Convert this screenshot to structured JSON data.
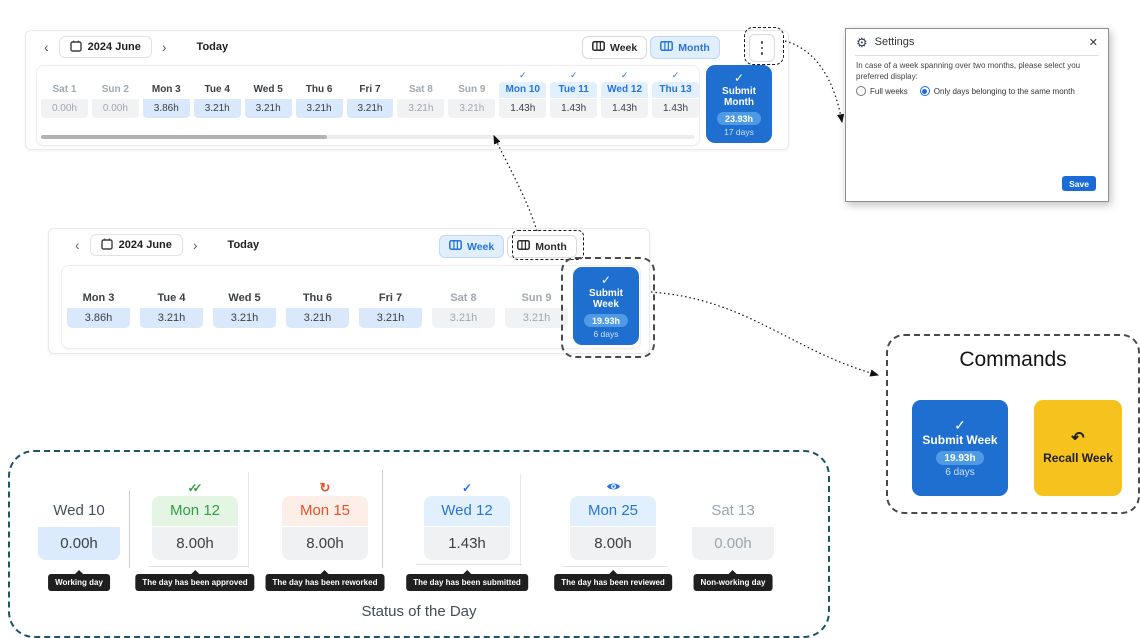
{
  "glyphs": {
    "check": "✓",
    "double_check": "✓✓",
    "rework": "↻",
    "recall": "↶",
    "prev": "‹",
    "next": "›",
    "close": "✕",
    "gear": "⚙"
  },
  "colors": {
    "primary_blue": "#1e6fd0",
    "badge_blue": "#4f9ae4",
    "selected_blue": "#2674d9",
    "approved_green": "#2f9e44",
    "reworked_red": "#f04f24",
    "recall_yellow": "#f6c21d",
    "tooltip_black": "#1f1f1f"
  },
  "month_view": {
    "nav": {
      "prev": "‹",
      "period": "2024 June",
      "next": "›",
      "today": "Today"
    },
    "toggle": {
      "week": "Week",
      "month": "Month",
      "selected": "month"
    },
    "days": [
      {
        "label": "Sat 1",
        "hours": "0.00h",
        "state": "nonworking"
      },
      {
        "label": "Sun 2",
        "hours": "0.00h",
        "state": "nonworking"
      },
      {
        "label": "Mon 3",
        "hours": "3.86h",
        "state": "working"
      },
      {
        "label": "Tue 4",
        "hours": "3.21h",
        "state": "working"
      },
      {
        "label": "Wed 5",
        "hours": "3.21h",
        "state": "working"
      },
      {
        "label": "Thu 6",
        "hours": "3.21h",
        "state": "working"
      },
      {
        "label": "Fri 7",
        "hours": "3.21h",
        "state": "working"
      },
      {
        "label": "Sat 8",
        "hours": "3.21h",
        "state": "nonworking"
      },
      {
        "label": "Sun 9",
        "hours": "3.21h",
        "state": "nonworking"
      },
      {
        "label": "Mon 10",
        "hours": "1.43h",
        "state": "submitted"
      },
      {
        "label": "Tue 11",
        "hours": "1.43h",
        "state": "submitted"
      },
      {
        "label": "Wed 12",
        "hours": "1.43h",
        "state": "submitted"
      },
      {
        "label": "Thu 13",
        "hours": "1.43h",
        "state": "submitted"
      }
    ],
    "submit": {
      "check": "✓",
      "label": "Submit Month",
      "hours": "23.93h",
      "days": "17 days"
    }
  },
  "week_view": {
    "nav": {
      "prev": "‹",
      "period": "2024 June",
      "next": "›",
      "today": "Today"
    },
    "toggle": {
      "week": "Week",
      "month": "Month",
      "selected": "week"
    },
    "days": [
      {
        "label": "Mon 3",
        "hours": "3.86h",
        "state": "working"
      },
      {
        "label": "Tue 4",
        "hours": "3.21h",
        "state": "working"
      },
      {
        "label": "Wed 5",
        "hours": "3.21h",
        "state": "working"
      },
      {
        "label": "Thu 6",
        "hours": "3.21h",
        "state": "working"
      },
      {
        "label": "Fri 7",
        "hours": "3.21h",
        "state": "working"
      },
      {
        "label": "Sat 8",
        "hours": "3.21h",
        "state": "nonworking"
      },
      {
        "label": "Sun 9",
        "hours": "3.21h",
        "state": "nonworking"
      }
    ],
    "submit": {
      "check": "✓",
      "label": "Submit Week",
      "hours": "19.93h",
      "days": "6 days"
    }
  },
  "settings": {
    "title": "Settings",
    "close": "✕",
    "description": "In case of a week spanning over two months, please select you preferred display:",
    "options": [
      {
        "label": "Full weeks",
        "selected": false
      },
      {
        "label": "Only days belonging to the same month",
        "selected": true
      }
    ],
    "save_label": "Save"
  },
  "commands": {
    "title": "Commands",
    "submit": {
      "check": "✓",
      "label": "Submit Week",
      "hours": "19.93h",
      "days": "6 days"
    },
    "recall": {
      "icon": "↶",
      "label": "Recall Week"
    }
  },
  "status_panel": {
    "caption": "Status of the Day",
    "items": [
      {
        "day": "Wed 10",
        "hours": "0.00h",
        "state": "working",
        "icon": "none",
        "tooltip": "Working day"
      },
      {
        "day": "Mon 12",
        "hours": "8.00h",
        "state": "approved",
        "icon": "double-check",
        "tooltip": "The day has been approved"
      },
      {
        "day": "Mon 15",
        "hours": "8.00h",
        "state": "reworked",
        "icon": "rework",
        "tooltip": "The day has been reworked"
      },
      {
        "day": "Wed 12",
        "hours": "1.43h",
        "state": "submitted",
        "icon": "check",
        "tooltip": "The day has been submitted"
      },
      {
        "day": "Mon 25",
        "hours": "8.00h",
        "state": "reviewed",
        "icon": "eye",
        "tooltip": "The day has been reviewed"
      },
      {
        "day": "Sat 13",
        "hours": "0.00h",
        "state": "nonworking",
        "icon": "none",
        "tooltip": "Non-working day"
      }
    ]
  }
}
